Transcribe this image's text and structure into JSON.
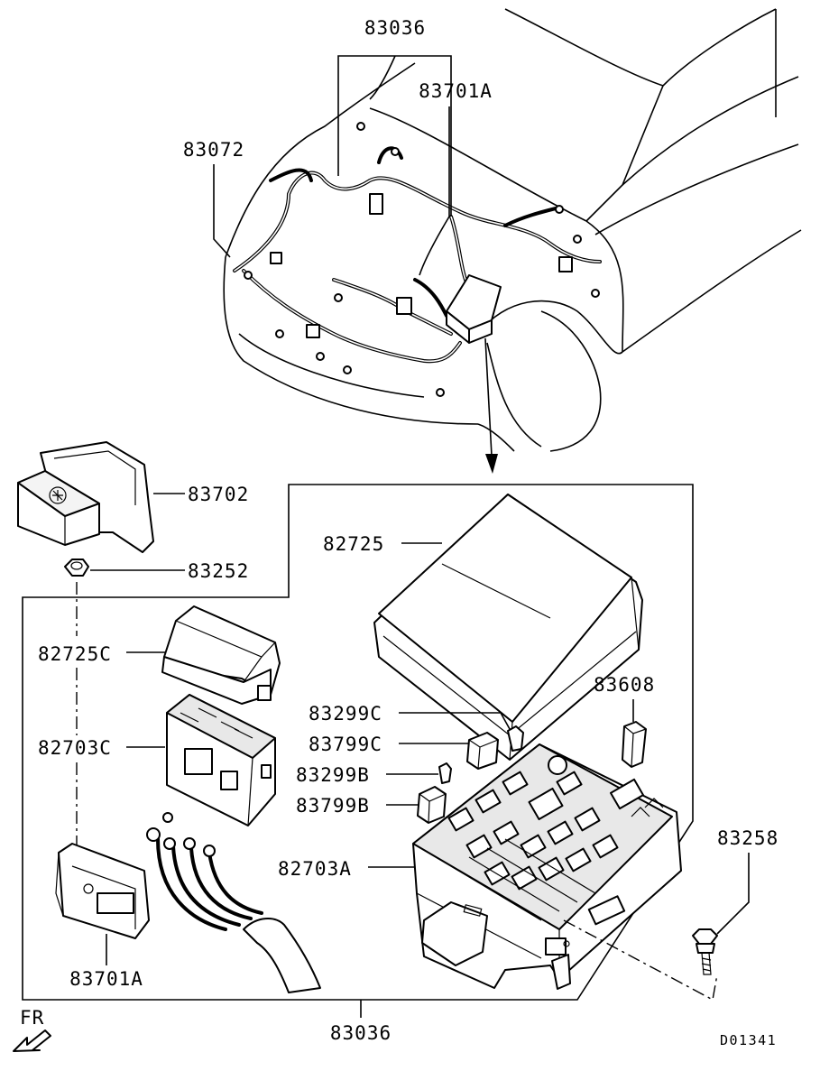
{
  "diagram": {
    "drawing_code": "D01341",
    "front_label": "FR",
    "labels": {
      "harness_top": "83036",
      "fusible_link_top": "83701A",
      "engine_harness": "83072",
      "cover_battery": "83702",
      "nut": "83252",
      "relay_box_cover": "82725",
      "sub_box_cover": "82725C",
      "relay_box_sub": "82703C",
      "fuse_83299C": "83299C",
      "relay_83799C": "83799C",
      "fuse_83299B": "83299B",
      "relay_83799B": "83799B",
      "relay_box_main": "82703A",
      "relay_83608": "83608",
      "bolt": "83258",
      "fusible_link_bottom": "83701A",
      "harness_bottom": "83036"
    }
  }
}
